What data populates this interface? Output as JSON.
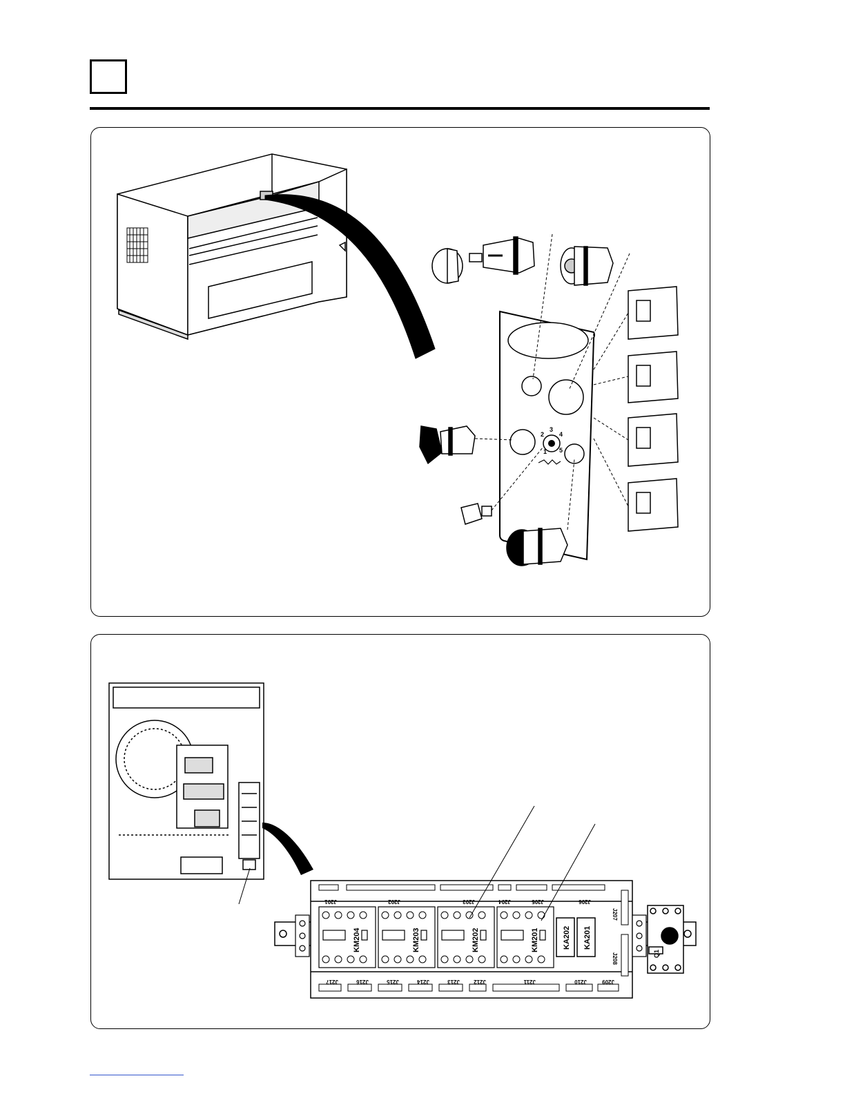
{
  "document": {
    "section_box": "",
    "colors": {
      "line": "#000000",
      "link_underline": "#3355cc"
    }
  },
  "figure_top": {
    "dial_scale": [
      "1",
      "2",
      "3",
      "4",
      "5"
    ]
  },
  "figure_bottom": {
    "connectors_top": [
      "J201",
      "J202",
      "J203",
      "J204",
      "J205",
      "J206"
    ],
    "connectors_bottom": [
      "J217",
      "J216",
      "J215",
      "J214",
      "J213",
      "J212",
      "J211",
      "J210",
      "J209"
    ],
    "connectors_side": [
      "J207",
      "J208"
    ],
    "contactors": [
      "KM204",
      "KM203",
      "KM202",
      "KM201"
    ],
    "relays": [
      "KA202",
      "KA201"
    ],
    "breaker": "Q1"
  }
}
